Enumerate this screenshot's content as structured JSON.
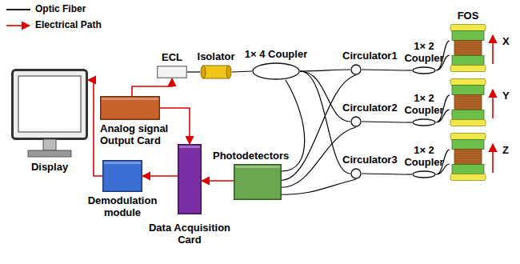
{
  "diagram": {
    "nodes": [
      {
        "text": [
          "ECL"
        ]
      },
      {
        "text": [
          "Isolator"
        ]
      },
      {
        "text": [
          "1× 4 Coupler"
        ]
      },
      {
        "text": [
          "Circulator1"
        ]
      },
      {
        "text": [
          "1× 2 Coupler"
        ]
      },
      {
        "text": [
          "FOS",
          "X"
        ]
      },
      {
        "text": [
          "Display"
        ]
      },
      {
        "text": [
          "Analog signal Output Card"
        ]
      },
      {
        "text": [
          "Circulator2"
        ]
      },
      {
        "text": [
          "1× 2 Coupler"
        ]
      },
      {
        "text": [
          "Y"
        ]
      },
      {
        "text": [
          "Photodetectors"
        ]
      },
      {
        "text": [
          "Demodulation module"
        ]
      },
      {
        "text": [
          "Data Acquisition Card"
        ]
      },
      {
        "text": [
          "Circulator3"
        ]
      },
      {
        "text": [
          "1× 2 Coupler"
        ]
      },
      {
        "text": [
          "Z"
        ]
      }
    ],
    "edges": [
      {
        "from": 7,
        "to": 0,
        "arrow": "to"
      },
      {
        "from": 0,
        "to": 1,
        "arrow": "none"
      },
      {
        "from": 1,
        "to": 2,
        "arrow": "none"
      },
      {
        "from": 2,
        "to": 3,
        "arrow": "none"
      },
      {
        "from": 2,
        "to": 8,
        "arrow": "none"
      },
      {
        "from": 2,
        "to": 14,
        "arrow": "none"
      },
      {
        "from": 2,
        "to": 11,
        "arrow": "none"
      },
      {
        "from": 3,
        "to": 4,
        "arrow": "none"
      },
      {
        "from": 4,
        "to": 5,
        "arrow": "none"
      },
      {
        "from": 3,
        "to": 11,
        "arrow": "none"
      },
      {
        "from": 8,
        "to": 9,
        "arrow": "none"
      },
      {
        "from": 9,
        "to": 10,
        "arrow": "none"
      },
      {
        "from": 8,
        "to": 11,
        "arrow": "none"
      },
      {
        "from": 14,
        "to": 15,
        "arrow": "none"
      },
      {
        "from": 15,
        "to": 16,
        "arrow": "none"
      },
      {
        "from": 14,
        "to": 11,
        "arrow": "none"
      },
      {
        "from": 11,
        "to": 13,
        "arrow": "to"
      },
      {
        "from": 7,
        "to": 13,
        "arrow": "to"
      },
      {
        "from": 13,
        "to": 12,
        "arrow": "to"
      },
      {
        "from": 12,
        "to": 6,
        "arrow": "to"
      }
    ],
    "legend": [
      {
        "text": "Optic Fiber"
      },
      {
        "text": "Electrical Path"
      }
    ]
  }
}
